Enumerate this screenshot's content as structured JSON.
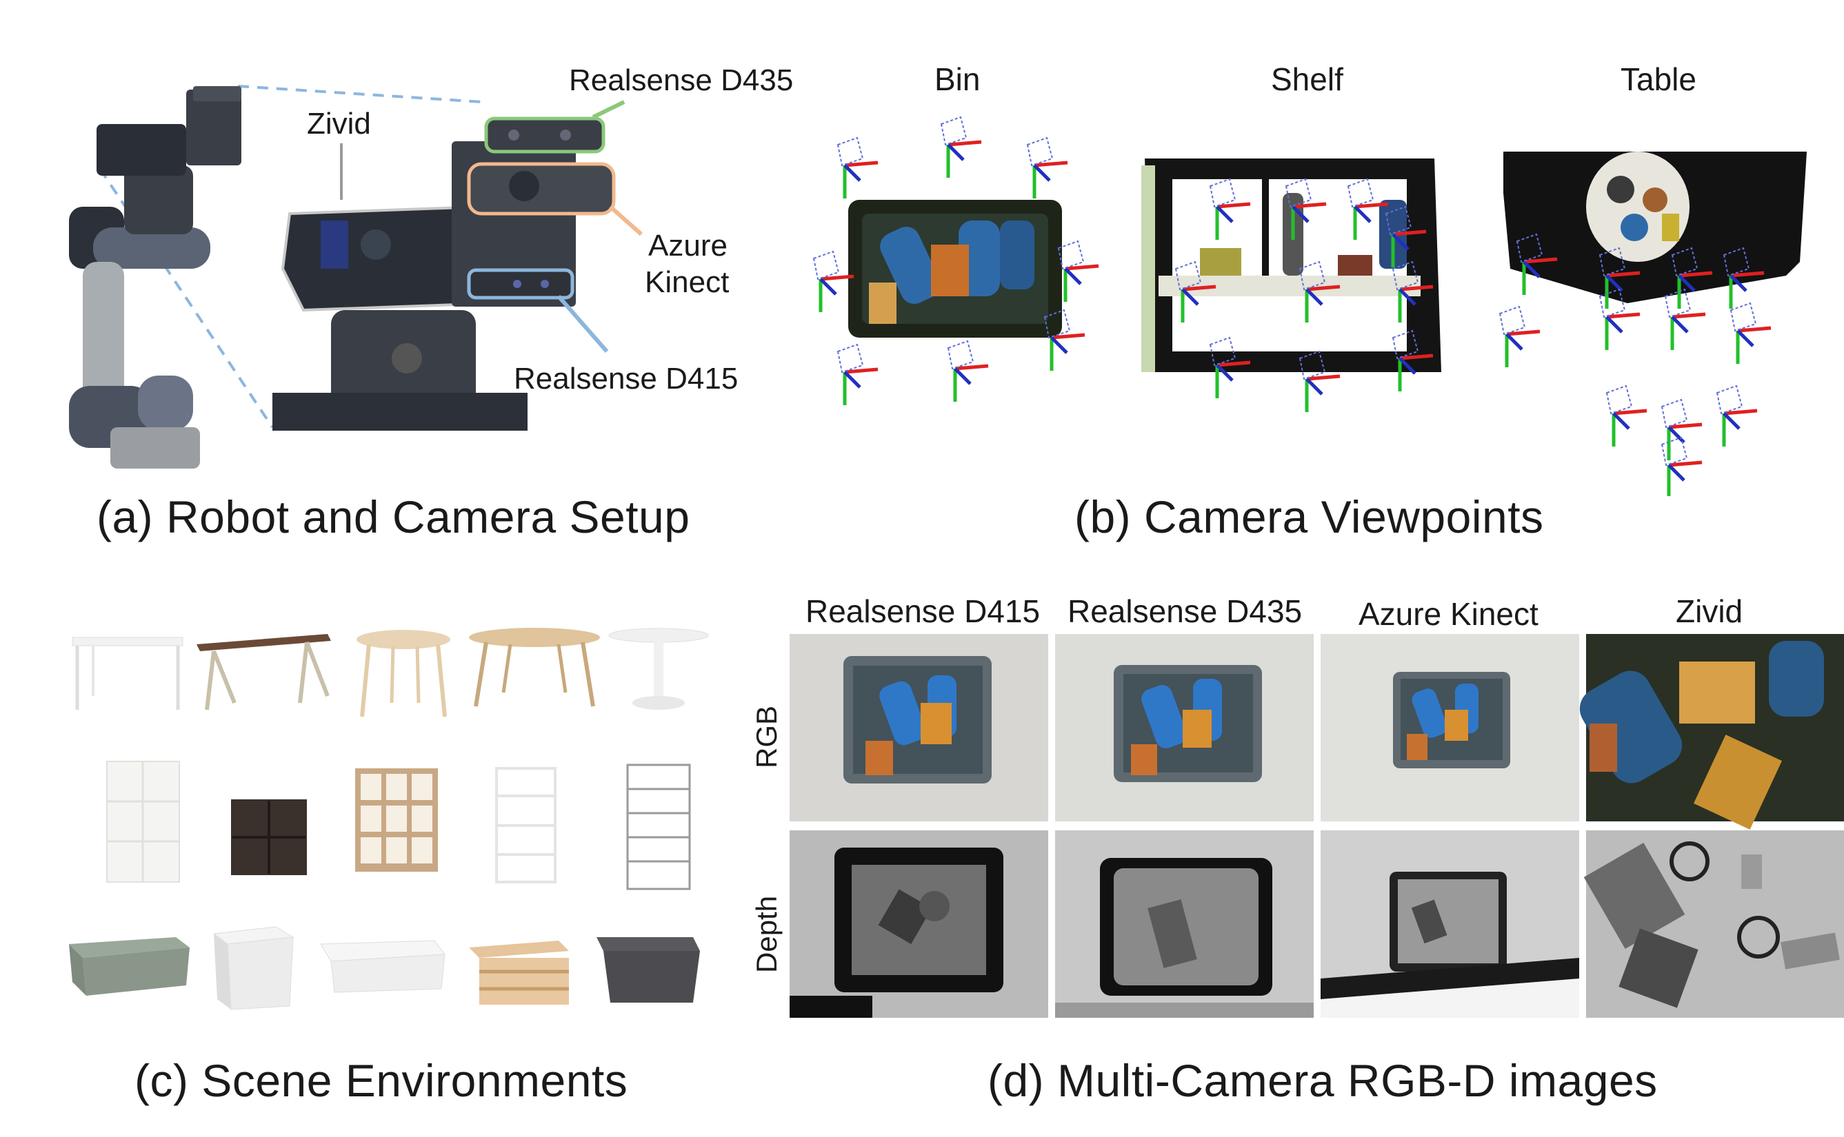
{
  "panel_a": {
    "caption": "(a) Robot and Camera Setup",
    "labels": {
      "zivid": "Zivid",
      "realsense_d435": "Realsense D435",
      "azure_kinect_1": "Azure",
      "azure_kinect_2": "Kinect",
      "realsense_d415": "Realsense D415"
    }
  },
  "panel_b": {
    "caption": "(b) Camera Viewpoints",
    "scenes": [
      "Bin",
      "Shelf",
      "Table"
    ]
  },
  "panel_c": {
    "caption": "(c) Scene Environments"
  },
  "panel_d": {
    "caption": "(d) Multi-Camera RGB-D images",
    "cameras": [
      "Realsense D415",
      "Realsense D435",
      "Azure Kinect",
      "Zivid"
    ],
    "rows": [
      "RGB",
      "Depth"
    ]
  },
  "colors": {
    "d435_green": "#8bc87a",
    "kinect_orange": "#f1b98e",
    "d415_blue": "#8db6dd",
    "axis_red": "#e02020",
    "axis_green": "#22c02a",
    "axis_blue": "#2030c0"
  }
}
